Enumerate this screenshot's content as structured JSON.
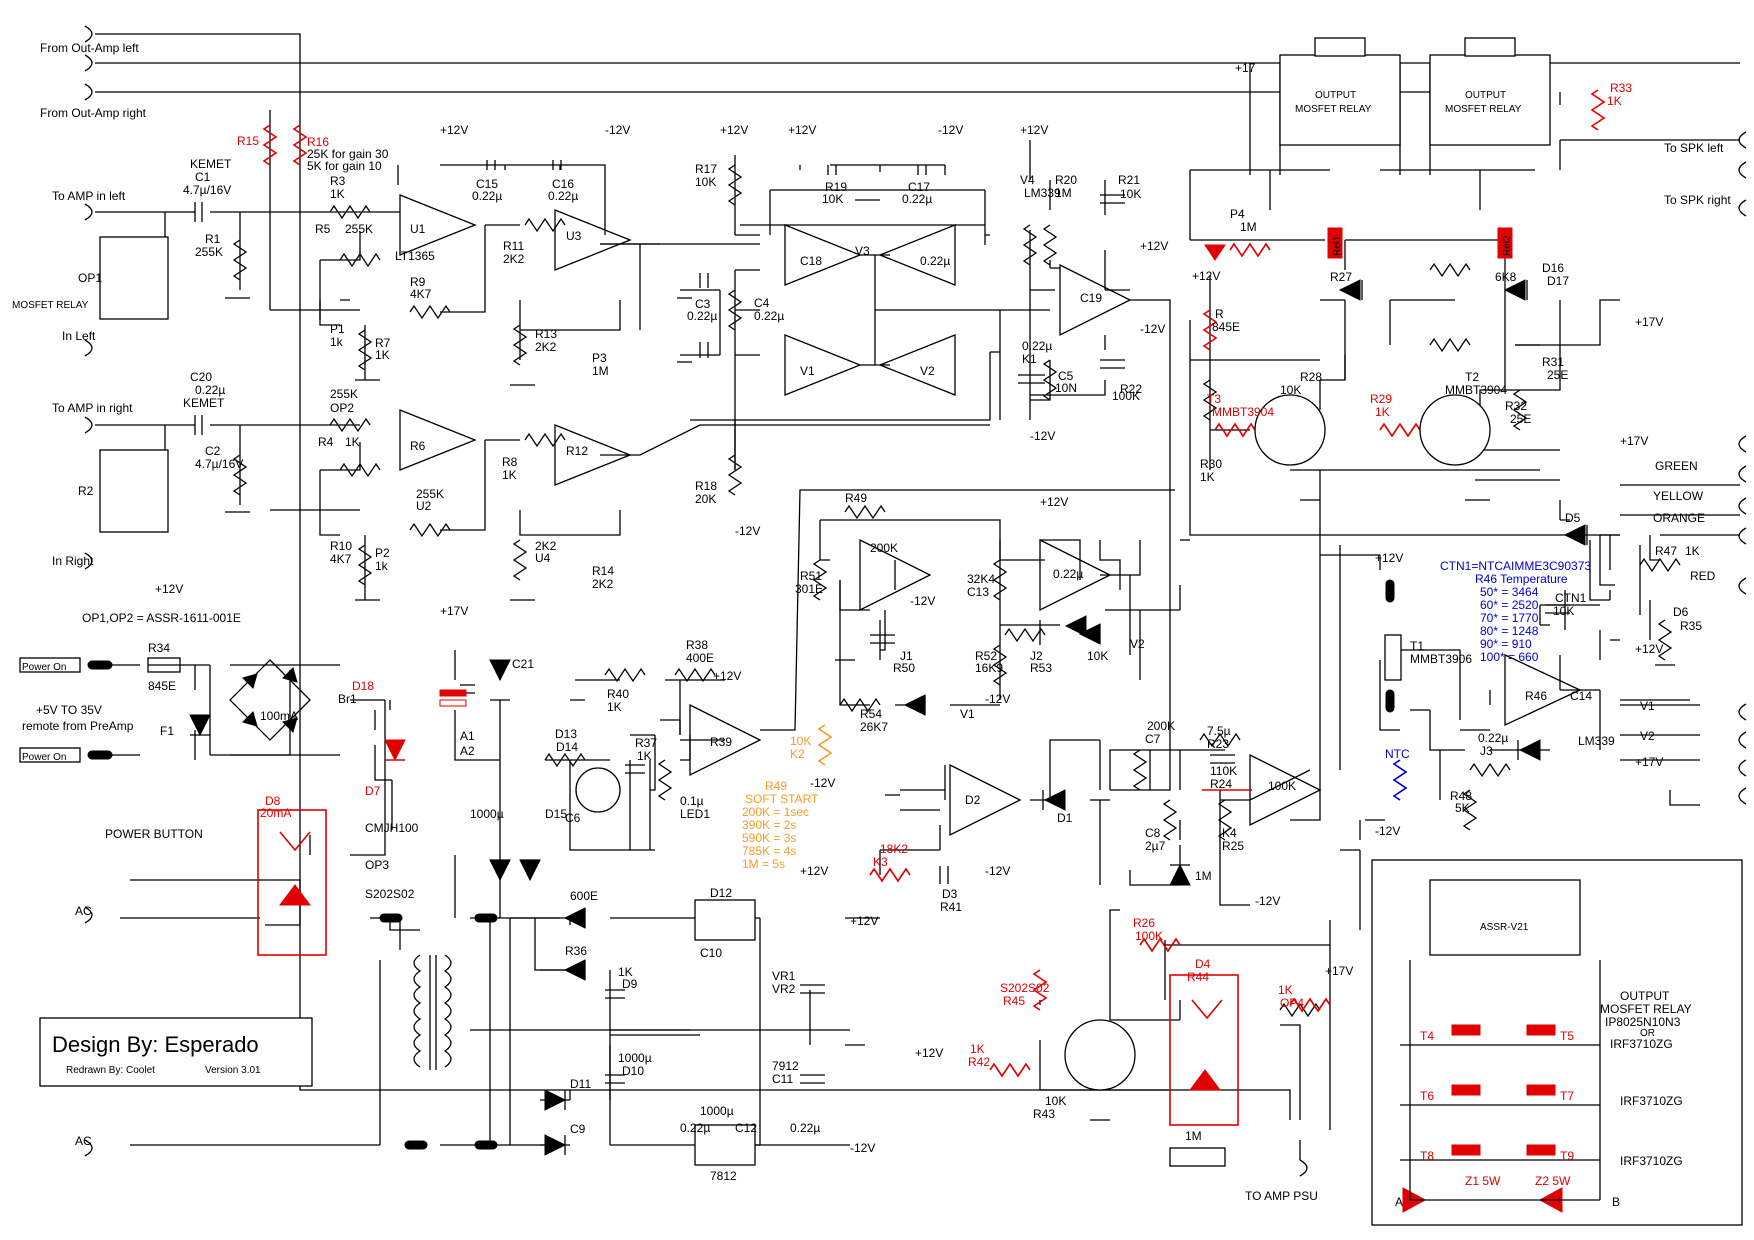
{
  "credits": {
    "title": "Design By: Esperado",
    "redrawn": "Redrawn By: Coolet",
    "version": "Version 3.01"
  },
  "io": {
    "from_left": "From Out-Amp left",
    "from_right": "From Out-Amp right",
    "to_amp_left": "To AMP in left",
    "to_amp_right": "To AMP in right",
    "in_left": "In Left",
    "in_right": "In Right",
    "spk_left": "To SPK left",
    "spk_right": "To SPK right",
    "power_on_1": "Power On",
    "power_on_2": "Power On",
    "remote": "+5V TO 35V",
    "remote2": "remote from PreAmp",
    "ac1": "AC",
    "ac2": "AC",
    "to_psu": "TO AMP PSU",
    "green": "GREEN",
    "yellow": "YELLOW",
    "orange": "ORANGE",
    "red": "RED",
    "power_button": "POWER BUTTON",
    "op_note": "OP1,OP2 = ASSR-1611-001E",
    "mosfet_relay": "MOSFET RELAY"
  },
  "relays": {
    "box1_l1": "OUTPUT",
    "box1_l2": "MOSFET RELAY",
    "box2_l1": "OUTPUT",
    "box2_l2": "MOSFET RELAY",
    "rel1": "Rel1",
    "rel2": "Rel2"
  },
  "ntc_table": {
    "head": "CTN1=NTCAIMME3C90373",
    "sub": "R46 Temperature",
    "rows": [
      "50* = 3464",
      "60* = 2520",
      "70* = 1770",
      "80* = 1248",
      "90* = 910",
      "100* = 660"
    ]
  },
  "soft_start": {
    "head": "R49",
    "sub": "SOFT START",
    "rows": [
      "200K = 1sec",
      "390K = 2s",
      "590K = 3s",
      "785K = 4s",
      "1M = 5s"
    ]
  },
  "legend_box": {
    "assr": "ASSR-V21",
    "t1": "OUTPUT",
    "t2": "MOSFET RELAY",
    "t3": "IP8025N10N3",
    "t4": "OR",
    "t5": "IRF3710ZG",
    "t6": "IRF3710ZG",
    "t7": "IRF3710ZG",
    "a": "A",
    "b": "B",
    "z1": "Z1 5W",
    "z2": "Z2 5W",
    "t4n": "T4",
    "t5n": "T5",
    "t6n": "T6",
    "t7n": "T7",
    "t8n": "T8",
    "t9n": "T9"
  },
  "labels": [
    "R15",
    "R16",
    "25K for gain 30",
    "5K for gain 10",
    "KEMET",
    "C1",
    "4.7µ/16V",
    "R1",
    "255K",
    "OP1",
    "R3",
    "1K",
    "R5",
    "255K",
    "U1",
    "LT1365",
    "R9",
    "4K7",
    "P1",
    "1k",
    "R7",
    "1K",
    "C15",
    "0.22µ",
    "C16",
    "0.22µ",
    "R11",
    "2K2",
    "U3",
    "R13",
    "2K2",
    "P3",
    "1M",
    "R17",
    "10K",
    "C3",
    "0.22µ",
    "C4",
    "0.22µ",
    "R18",
    "20K",
    "R19",
    "10K",
    "C17",
    "0.22µ",
    "C18",
    "0.22µ",
    "V1",
    "V2",
    "V3",
    "V4",
    "LM339",
    "R20",
    "1M",
    "R21",
    "10K",
    "C19",
    "0.22µ",
    "K1",
    "C5",
    "10N",
    "R22",
    "100K",
    "C20",
    "0.22µ",
    "KEMET",
    "C2",
    "4.7µ/16V",
    "R2",
    "255K",
    "OP2",
    "R4",
    "1K",
    "R6",
    "255K",
    "U2",
    "R10",
    "4K7",
    "P2",
    "1k",
    "R8",
    "1K",
    "R12",
    "2K2",
    "U4",
    "R14",
    "2K2",
    "P4",
    "1M",
    "R",
    "845E",
    "R28",
    "10K",
    "T2",
    "MMBT3904",
    "T3",
    "MMBT3904",
    "R29",
    "1K",
    "R30",
    "1K",
    "R27",
    "6K8",
    "D16",
    "D17",
    "R31",
    "25E",
    "R32",
    "25E",
    "R33",
    "1K",
    "R34",
    "845E",
    "F1",
    "100mA",
    "D18",
    "Br1",
    "D7",
    "CMJH100",
    "D8",
    "20mA",
    "OP3",
    "S202S02",
    "A1",
    "A2",
    "C21",
    "1000µ",
    "D15",
    "D13",
    "D14",
    "R37",
    "1K",
    "C6",
    "0.1µ",
    "LED1",
    "R40",
    "1K",
    "R38",
    "400E",
    "R39",
    "10K",
    "K2",
    "R49",
    "200K",
    "R51",
    "301E",
    "J1",
    "R50",
    "32K4",
    "C13",
    "0.22µ",
    "R52",
    "16K9",
    "J2",
    "R53",
    "10K",
    "R54",
    "26K7",
    "D2",
    "D1",
    "18K2",
    "K3",
    "D3",
    "R41",
    "200K",
    "C7",
    "7.5µ",
    "R23",
    "110K",
    "R24",
    "100K",
    "C8",
    "2µ7",
    "K4",
    "R25",
    "1M",
    "R26",
    "100K",
    "D4",
    "R44",
    "1K",
    "OP4",
    "S202S02",
    "R45",
    "1K",
    "R42",
    "10K",
    "R43",
    "1M",
    "T1",
    "MMBT3906",
    "NTC",
    "CTN1",
    "10K",
    "R46",
    "C14",
    "0.22µ",
    "J3",
    "LM339",
    "R48",
    "5K",
    "D5",
    "R47",
    "1K",
    "D6",
    "R35",
    "600E",
    "R36",
    "1K",
    "D9",
    "D11",
    "C9",
    "1000µ",
    "D10",
    "D12",
    "C10",
    "1000µ",
    "7812",
    "VR1",
    "VR2",
    "7912",
    "C11",
    "0.22µ",
    "C12",
    "0.22µ"
  ],
  "rails": {
    "p12": "+12V",
    "m12": "-12V",
    "p17": "+17V",
    "p17b": "+17",
    "v1": "V1",
    "v2": "V2"
  }
}
